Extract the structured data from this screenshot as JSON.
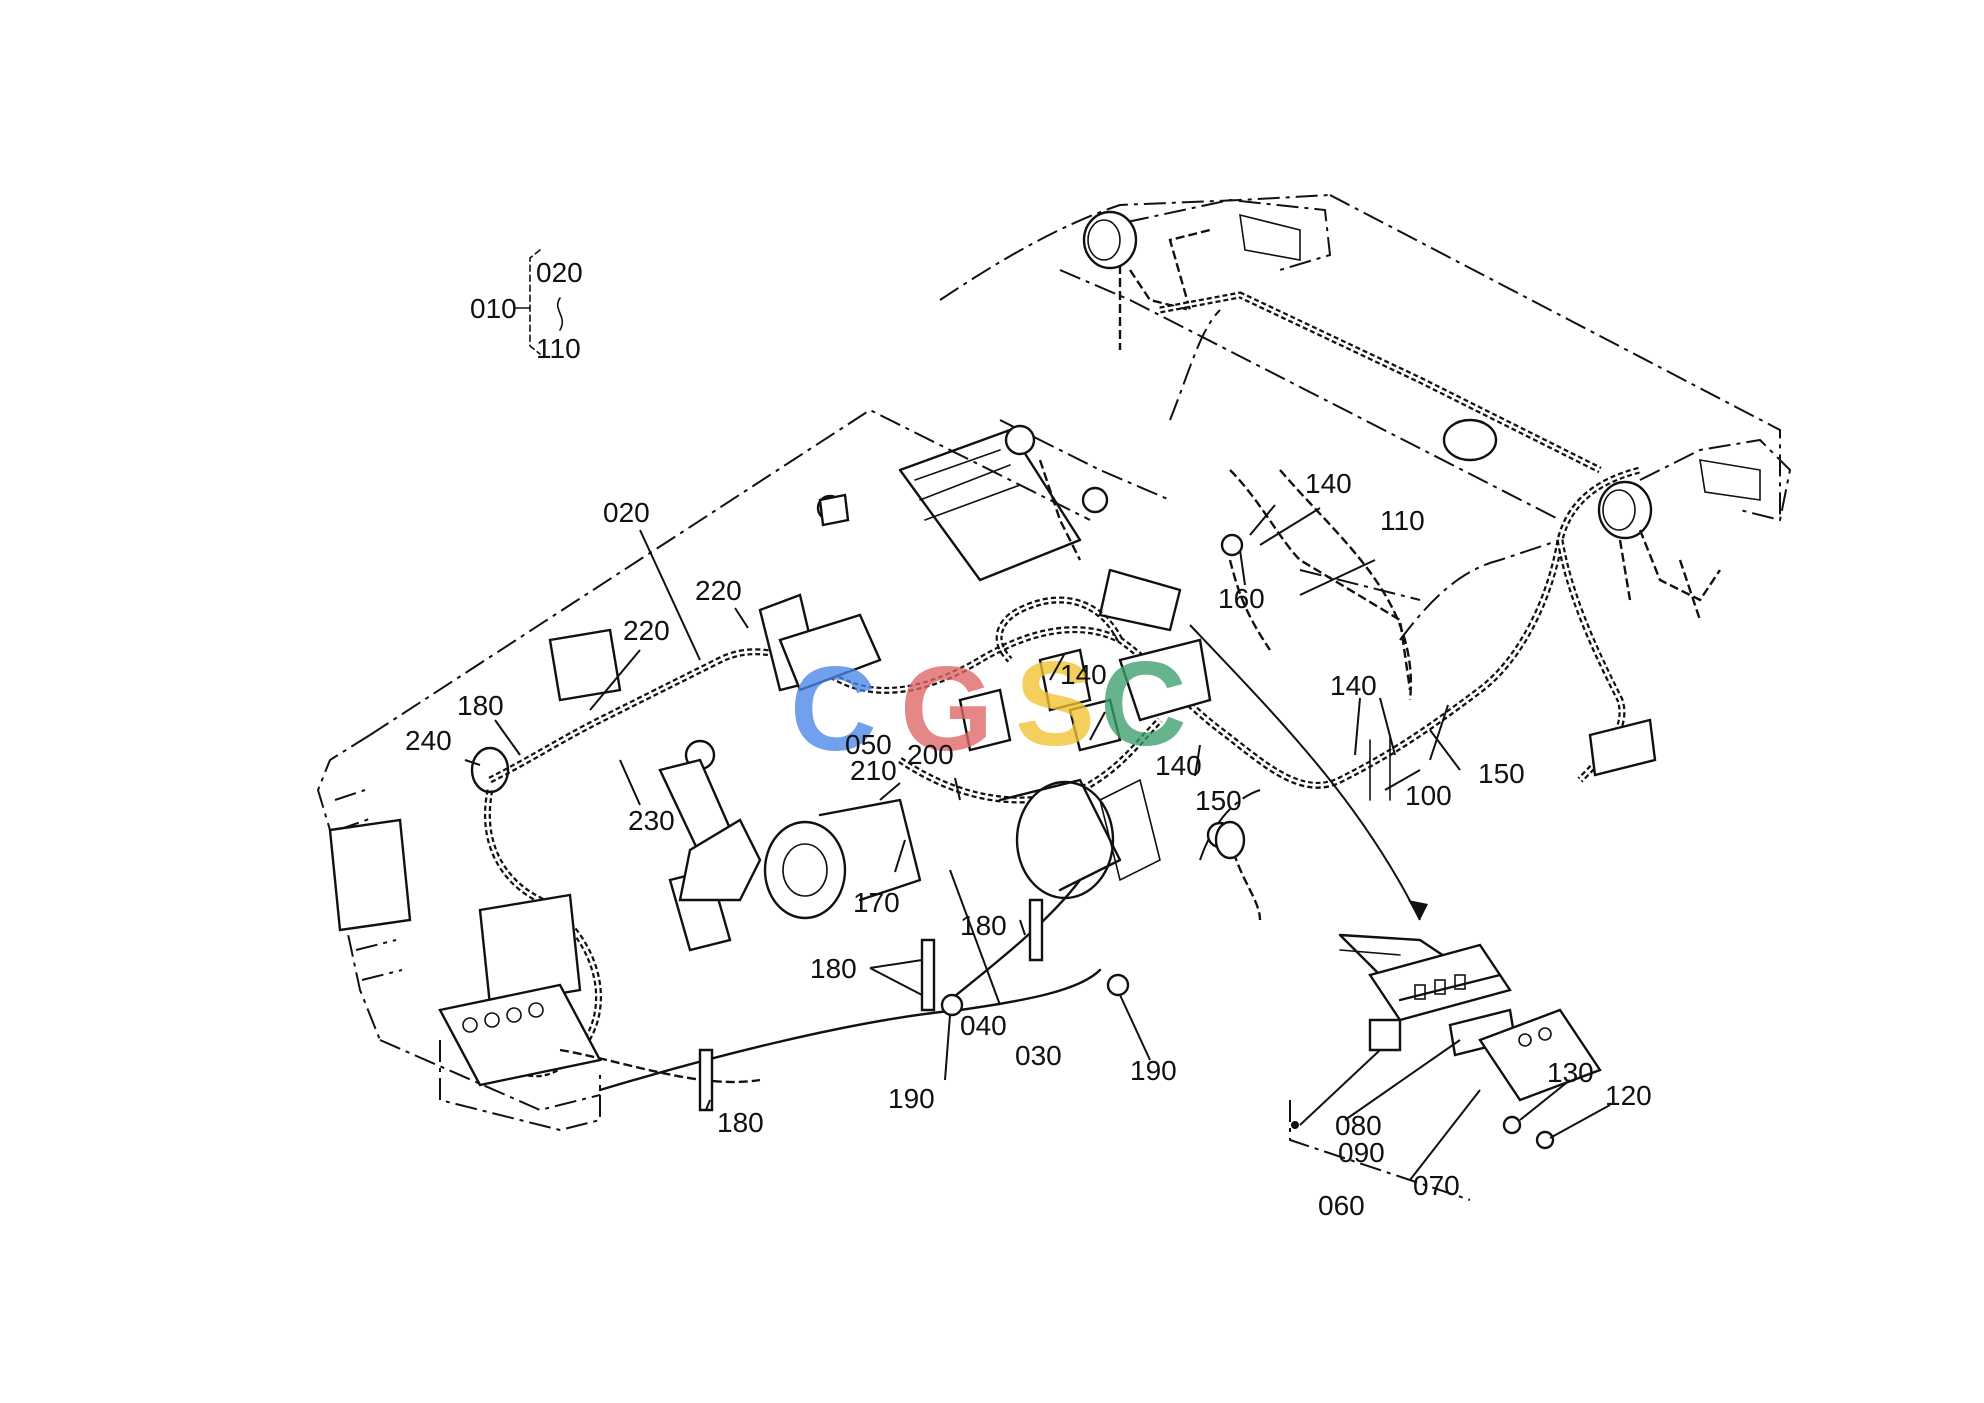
{
  "diagram": {
    "subject": "wiring harness exploded view",
    "callouts": {
      "c010": "010",
      "c020_range": "020",
      "c110_range": "110",
      "c020": "020",
      "c220a": "220",
      "c220b": "220",
      "c180a": "180",
      "c240": "240",
      "c230": "230",
      "c050": "050",
      "c210": "210",
      "c200": "200",
      "c140a": "140",
      "c140b": "140",
      "c140c": "140",
      "c140d": "140",
      "c160": "160",
      "c110": "110",
      "c150a": "150",
      "c150b": "150",
      "c100": "100",
      "c170": "170",
      "c180b": "180",
      "c180c": "180",
      "c180d": "180",
      "c040": "040",
      "c030": "030",
      "c190a": "190",
      "c190b": "190",
      "c080": "080",
      "c090": "090",
      "c060": "060",
      "c070": "070",
      "c130": "130",
      "c120": "120"
    },
    "watermark": {
      "letters": [
        "C",
        "G",
        "S",
        "C"
      ],
      "colors": [
        "#4a86e8",
        "#e06666",
        "#f1c232",
        "#3d9e6e"
      ]
    }
  }
}
